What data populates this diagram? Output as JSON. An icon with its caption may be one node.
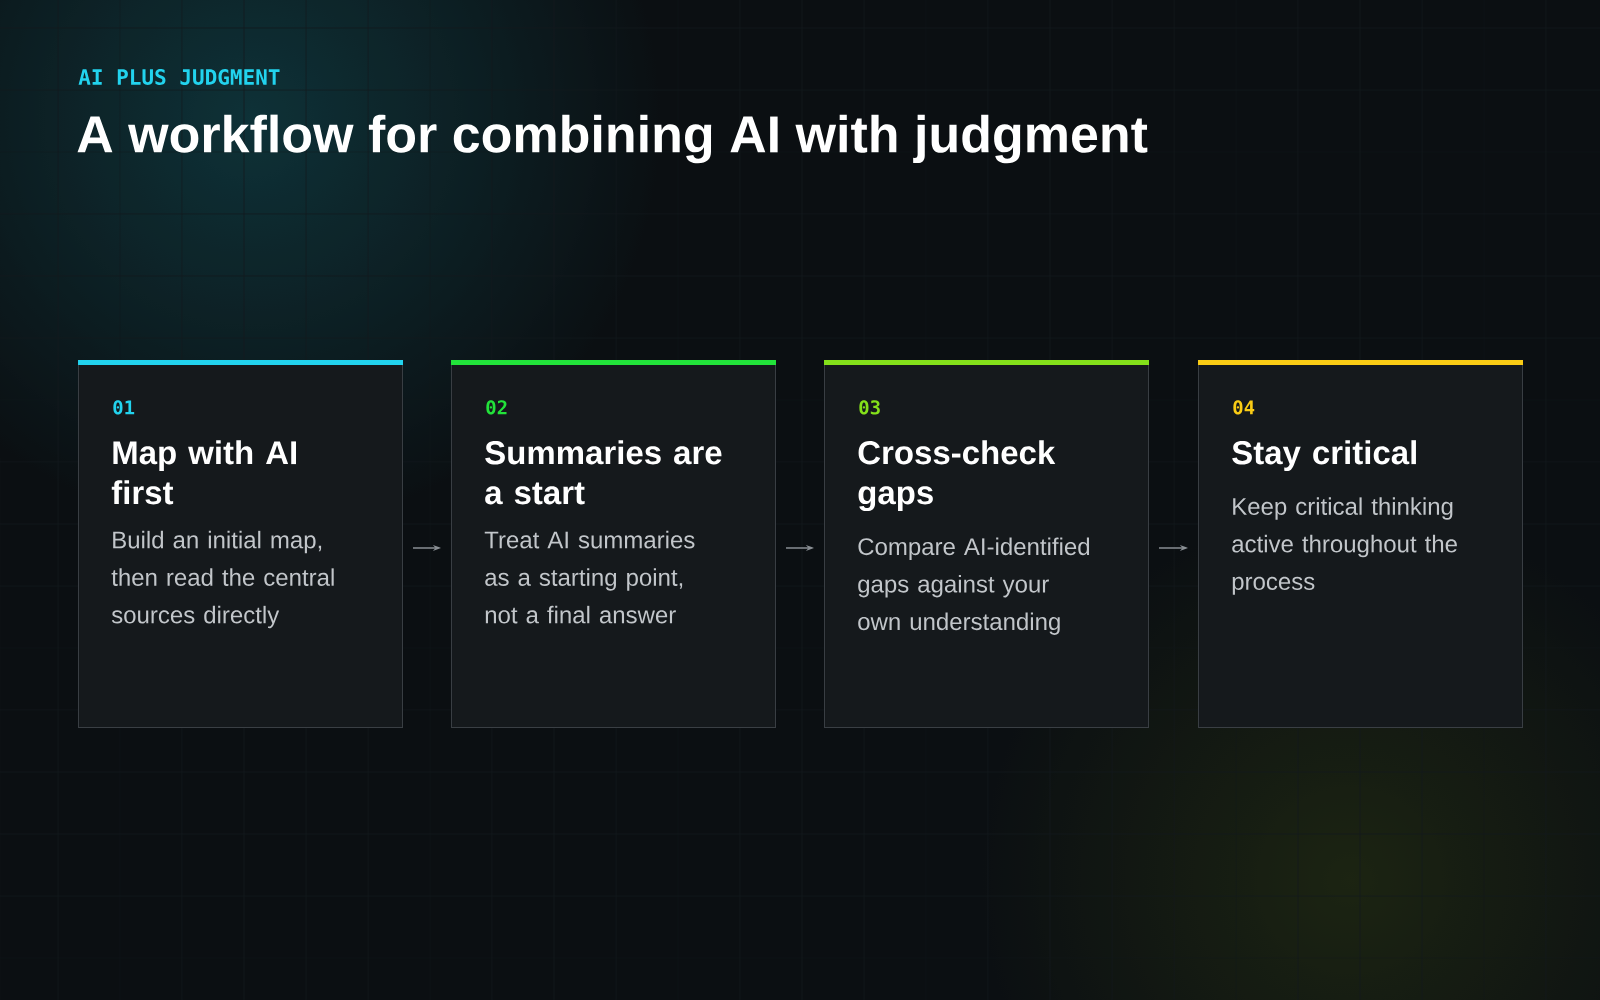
{
  "diagram": {
    "title": "A workflow for combining AI with judgment",
    "nodes": [
      {
        "text": [
          "01",
          "Map with AI first",
          "Build an initial map, then read the central sources directly"
        ]
      },
      {
        "text": [
          "02",
          "Summaries are a start",
          "Treat AI summaries as a starting point, not a final answer"
        ]
      },
      {
        "text": [
          "03",
          "Cross-check gaps",
          "Compare AI-identified gaps against your own understanding"
        ]
      },
      {
        "text": [
          "04",
          "Stay critical",
          "Keep critical thinking active throughout the process"
        ]
      }
    ],
    "edges": [
      {
        "from": 0,
        "to": 1,
        "arrow": "to"
      },
      {
        "from": 1,
        "to": 2,
        "arrow": "to"
      },
      {
        "from": 2,
        "to": 3,
        "arrow": "to"
      }
    ],
    "labels": [
      "AI PLUS JUDGMENT"
    ]
  }
}
